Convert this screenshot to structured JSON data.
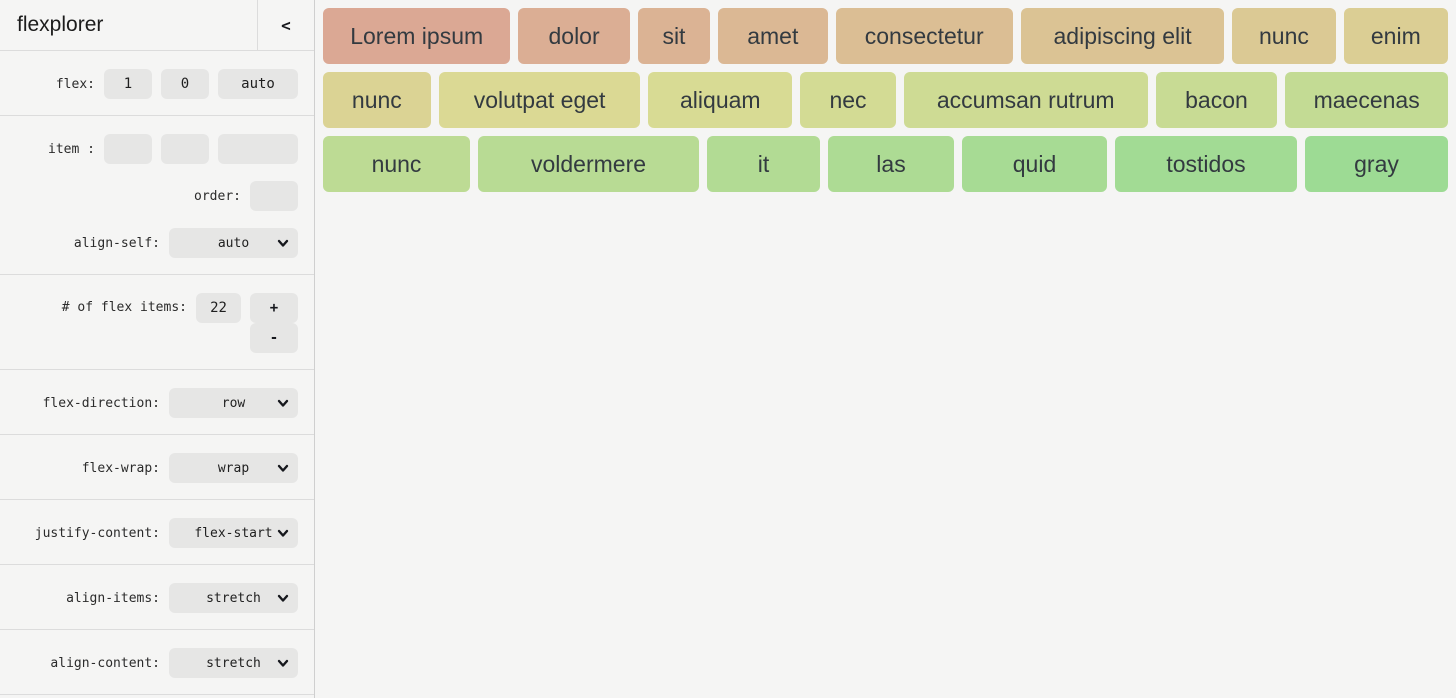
{
  "sidebar": {
    "title": "flexplorer",
    "collapse_icon": "<",
    "flex_section": {
      "label": "flex:",
      "grow_value": "1",
      "shrink_value": "0",
      "basis_value": "auto"
    },
    "item_section": {
      "item_label": "item :",
      "item_grow_value": "",
      "item_shrink_value": "",
      "item_basis_value": "",
      "order_label": "order:",
      "order_value": "",
      "align_self_label": "align-self:",
      "align_self_value": "auto"
    },
    "count_section": {
      "label": "# of flex items:",
      "value": "22",
      "increment_label": "+",
      "decrement_label": "-"
    },
    "selects": [
      {
        "label": "flex-direction:",
        "value": "row"
      },
      {
        "label": "flex-wrap:",
        "value": "wrap"
      },
      {
        "label": "justify-content:",
        "value": "flex-start"
      },
      {
        "label": "align-items:",
        "value": "stretch"
      },
      {
        "label": "align-content:",
        "value": "stretch"
      }
    ]
  },
  "colors": {
    "sidebar_bg": "#f5f5f4",
    "main_bg": "#f5f5f4",
    "control_bg": "#e6e6e5",
    "divider": "#dcdcdc",
    "item_text": "#333a40"
  },
  "main": {
    "items": [
      {
        "label": "Lorem ipsum",
        "color": "#dba894",
        "basis": 180
      },
      {
        "label": "dolor",
        "color": "#dbae94",
        "basis": 104
      },
      {
        "label": "sit",
        "color": "#dbb394",
        "basis": 65
      },
      {
        "label": "amet",
        "color": "#dbb894",
        "basis": 102
      },
      {
        "label": "consectetur",
        "color": "#dbbe94",
        "basis": 170
      },
      {
        "label": "adipiscing elit",
        "color": "#dbc394",
        "basis": 196
      },
      {
        "label": "nunc",
        "color": "#dbc994",
        "basis": 96
      },
      {
        "label": "enim",
        "color": "#dbce94",
        "basis": 97
      },
      {
        "label": "nunc",
        "color": "#dbd394",
        "basis": 100
      },
      {
        "label": "volutpat eget",
        "color": "#dbd994",
        "basis": 194
      },
      {
        "label": "aliquam",
        "color": "#d8db94",
        "basis": 136
      },
      {
        "label": "nec",
        "color": "#d3db94",
        "basis": 88
      },
      {
        "label": "accumsan rutrum",
        "color": "#cedb94",
        "basis": 236
      },
      {
        "label": "bacon",
        "color": "#c8db94",
        "basis": 114
      },
      {
        "label": "maecenas",
        "color": "#c3db94",
        "basis": 155
      },
      {
        "label": "nunc",
        "color": "#bddb94",
        "basis": 139
      },
      {
        "label": "voldermere",
        "color": "#b8db94",
        "basis": 213
      },
      {
        "label": "it",
        "color": "#b2db94",
        "basis": 105
      },
      {
        "label": "las",
        "color": "#addb94",
        "basis": 118
      },
      {
        "label": "quid",
        "color": "#a7db94",
        "basis": 137
      },
      {
        "label": "tostidos",
        "color": "#a2db94",
        "basis": 174
      },
      {
        "label": "gray",
        "color": "#9ddb94",
        "basis": 135
      }
    ]
  }
}
